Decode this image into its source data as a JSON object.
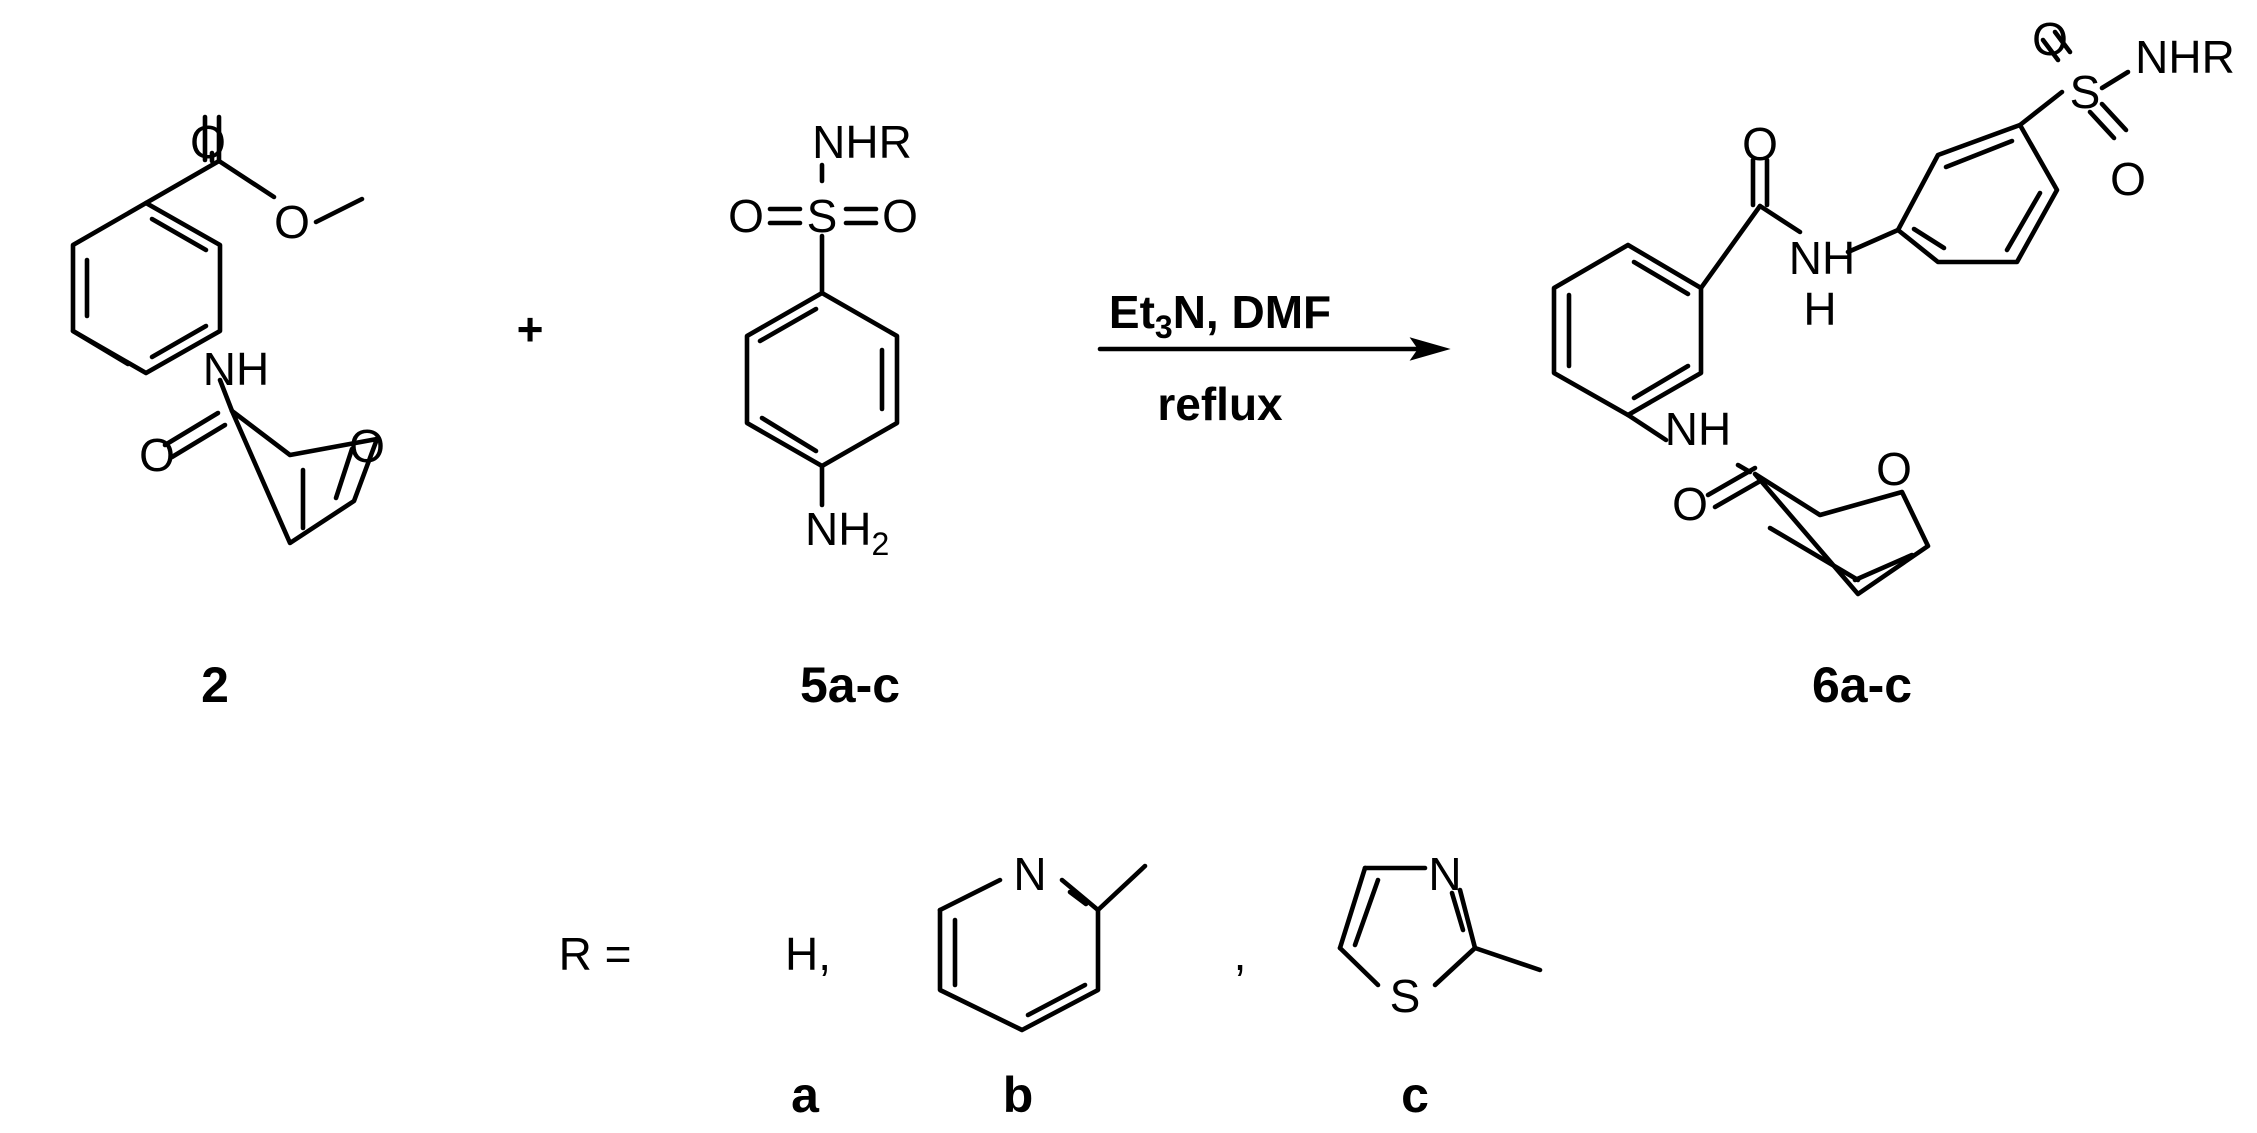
{
  "compounds": {
    "c2": {
      "label": "2",
      "atoms": {
        "o_carbonyl": "O",
        "o_ester": "O",
        "nh": "NH",
        "o_amide": "O",
        "o_furan": "O"
      }
    },
    "c5": {
      "label": "5a-c",
      "atoms": {
        "nhr": "NHR",
        "o_left": "O",
        "s": "S",
        "o_right": "O",
        "nh2": "NH",
        "nh2_sub": "2"
      }
    },
    "c6": {
      "label": "6a-c",
      "atoms": {
        "o_sulfonyl_top": "O",
        "s": "S",
        "nhr": "NHR",
        "o_sulfonyl_bottom": "O",
        "o_amide_top": "O",
        "nh_amide": "NH",
        "h_amide": "H",
        "nh": "NH",
        "o_amide": "O",
        "o_furan": "O"
      }
    }
  },
  "reaction": {
    "plus": "+",
    "conditions_above": {
      "pre": "Et",
      "sub": "3",
      "post": "N, DMF"
    },
    "conditions_below": "reflux"
  },
  "substituents": {
    "r_equals": "R =",
    "a_text": "H,",
    "pyridine_n": "N",
    "separator": ",",
    "thiazole_n": "N",
    "thiazole_s": "S",
    "labels": [
      "a",
      "b",
      "c"
    ]
  }
}
